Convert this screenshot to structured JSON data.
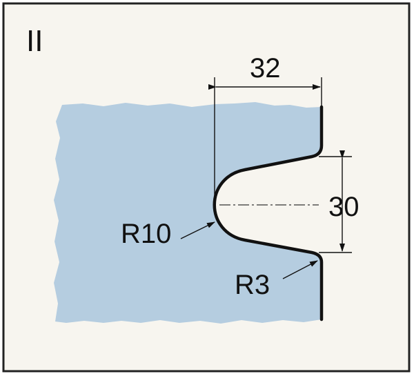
{
  "diagram": {
    "section_label": "II",
    "dimensions": {
      "width": "32",
      "height": "30",
      "notch_radius": "R10",
      "corner_radius": "R3"
    },
    "colors": {
      "panel_fill": "#f7f5ef",
      "material_fill": "#b5cde0",
      "outline": "#111111",
      "frame_border": "#222222"
    }
  }
}
